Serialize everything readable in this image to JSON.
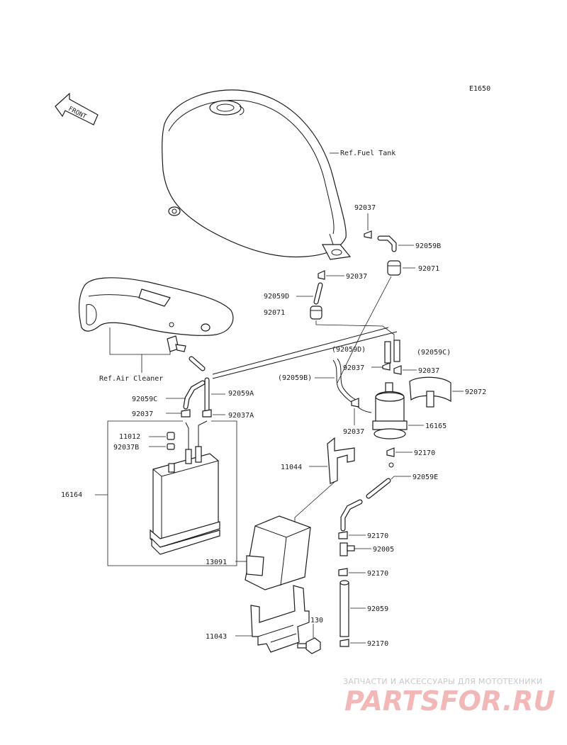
{
  "diagram_code": "E1650",
  "front_label": "FRONT",
  "labels": {
    "fuel_tank": "Ref.Fuel Tank",
    "air_cleaner": "Ref.Air Cleaner",
    "p92037_top": "92037",
    "p92059B": "92059B",
    "p92037_mid": "92037",
    "p92071_right": "92071",
    "p92059D": "92059D",
    "p92071_left": "92071",
    "p92059D_paren": "(92059D)",
    "p92059C_paren": "(92059C)",
    "p92037_r1": "92037",
    "p92037_r2": "92037",
    "p92059B_paren": "(92059B)",
    "p92072": "92072",
    "p92059C": "92059C",
    "p92059A": "92059A",
    "p92037_l": "92037",
    "p92037A": "92037A",
    "p92037_pump": "92037",
    "p16165": "16165",
    "p11012": "11012",
    "p92037B": "92037B",
    "p92170_a": "92170",
    "p11044": "11044",
    "p16164": "16164",
    "p92059E": "92059E",
    "p92170_b": "92170",
    "p92005": "92005",
    "p13091": "13091",
    "p92170_c": "92170",
    "p92059": "92059",
    "p130": "130",
    "p11043": "11043",
    "p92170_d": "92170"
  },
  "watermark": {
    "tagline": "ЗАПЧАСТИ И АКСЕССУАРЫ ДЛЯ МОТОТЕХНИКИ",
    "logo": "PARTSFOR.RU"
  }
}
